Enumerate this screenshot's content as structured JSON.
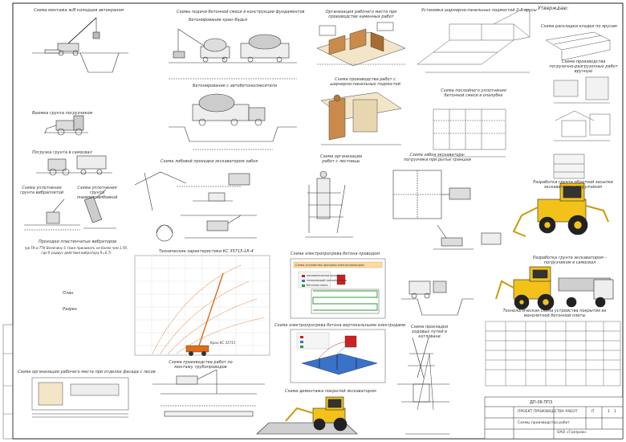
{
  "approval": "Утверждаю:",
  "captions": {
    "crane_trench": "Схема монтажа ж/б колодцев автокраном",
    "concrete_feed_title": "Схемы подачи бетонной смеси в конструкции фундаментов",
    "crane_bucket": "Бетонирование кран–бадья",
    "mixer_truck": "Бетонирование с автобетоносмесителя",
    "masonry_workplace": "Организация рабочего места при производстве каменных работ",
    "scaffold_install": "Установка шарнирно-панельных подмостей 2-3 ярусы",
    "brick_layout": "Схема раскладки кладки по ярусам",
    "loading_manual": "Схема производства погрузочно-разгрузочных работ вручную",
    "soil_excavation": "Выемка грунта погрузчиком",
    "soil_dump": "Погрузка грунта в самосвал",
    "vibro_compaction": "Схема уплотнения грунта вибраплитой",
    "rammer_compaction": "Схема уплотнения грунта пневмотрамбовкой",
    "hinged_scaffold": "Схема производства работ с шарнирно-панельных подмостей",
    "vibration_concrete": "Схема послойного уплотнения бетонной смеси в опалубке",
    "excavator_face": "Схема лобовой проходки экскаватором забоя",
    "ladder_work": "Схема организации работ с лестницы",
    "excavator_trench": "Схема забоя экскаватора-погрузчика при рытье траншеи",
    "backfill": "Разработка грунта обратной засыпки экскаватором-погрузчиком",
    "plate_vibrator": "Проходки пластинчатых вибраторов",
    "plate_vibrator_note": "(ув ТК-и ТТК Величину S тоже принимать не более чем 1,5R, где R радиус действия вибратора R=0,7)",
    "crane_specs": "Технические характеристики КС 35715-1К-4",
    "electro_heating": "Схема электропрогрева бетона проводом",
    "soil_load_truck": "Разработка грунта экскаватором – погрузчиком в самосвал",
    "electrode_heating": "Схема электропрогрева бетона вертикальными электродами",
    "pipeline_scheme": "Схема производства работ по монтажу трубопроводов",
    "track_installation": "Схема прокладки ходовых путей в котловане",
    "technology_scheme": "Технологическая схема устройства покрытия из монолитной бетонной плиты",
    "shore_works": "Схема организации рабочего места при отделке фасада с лесов",
    "covering_dismantle": "Схема демонтажа покрытий экскаватором",
    "plan": "План",
    "section": "Разрез",
    "kiosk_label": "Кран КС 35715",
    "heating_box_title": "Схема устройства прогрева электропроводом",
    "legend_a": "нагревательный провод",
    "legend_b": "понижающий трансформатор",
    "legend_c": "бетонная смесь"
  },
  "title_block": {
    "doc_code": "ДП-08.ПП3",
    "project_title": "ПРОЕКТ ПРОИЗВОДСТВА РАБОТ",
    "sheet_title": "Схемы производства работ",
    "org": "ОАО «Газпром»",
    "stage": "П",
    "sheet": "1",
    "sheets": "1"
  },
  "colors": {
    "ink": "#333333",
    "machine_yellow": "#e8b40c",
    "heater_red": "#d02020",
    "panel_blue": "#3a72c8",
    "crane_orange": "#e06b1a",
    "excavator_yellow": "#f2c21b"
  }
}
